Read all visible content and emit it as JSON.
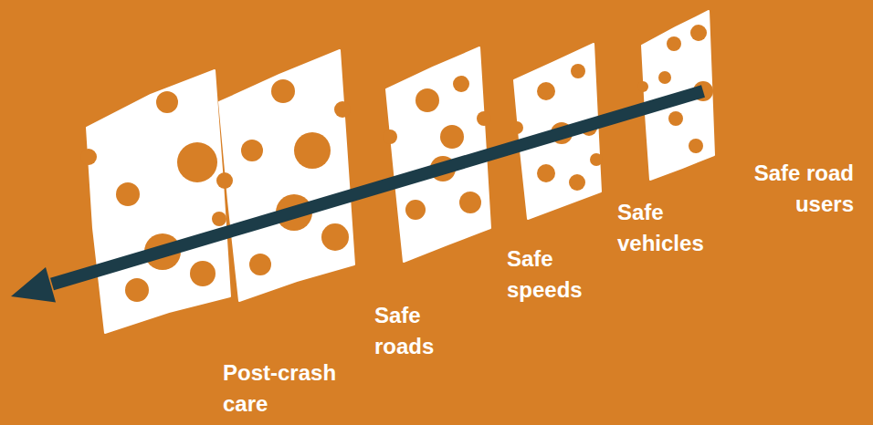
{
  "diagram": {
    "nodes": [
      {
        "text": [
          "Post-crash care"
        ]
      },
      {
        "text": [
          "Safe roads"
        ]
      },
      {
        "text": [
          "Safe speeds"
        ]
      },
      {
        "text": [
          "Safe vehicles"
        ]
      },
      {
        "text": [
          "Safe road users"
        ]
      }
    ]
  }
}
